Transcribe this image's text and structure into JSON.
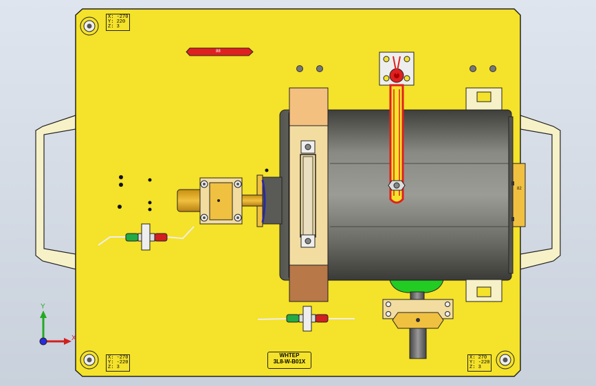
{
  "colors": {
    "background": "#d7dde6",
    "plate": "#f5e22a",
    "plate_edge": "#222222",
    "handle": "#f7f1c8",
    "motor_body": "#7a7a74",
    "flange": "#f4c080",
    "flange_dark": "#b87848",
    "red_part": "#e02020",
    "green_part": "#22cc22",
    "blue_ring": "#2a2aa0"
  },
  "coords": {
    "top_left": [
      "X: -270",
      "Y: 220",
      "Z: 3"
    ],
    "bottom_left": [
      "X: -270",
      "Y: -220",
      "Z: 3"
    ],
    "bottom_right": [
      "X: 270",
      "Y: -220",
      "Z: 3"
    ]
  },
  "red_bar_label": "88",
  "nameplate": {
    "line1": "WHTEP",
    "line2": "3L8-W-B01X"
  },
  "side_tag": "82",
  "triad": {
    "x_label": "X",
    "y_label": "Y"
  }
}
